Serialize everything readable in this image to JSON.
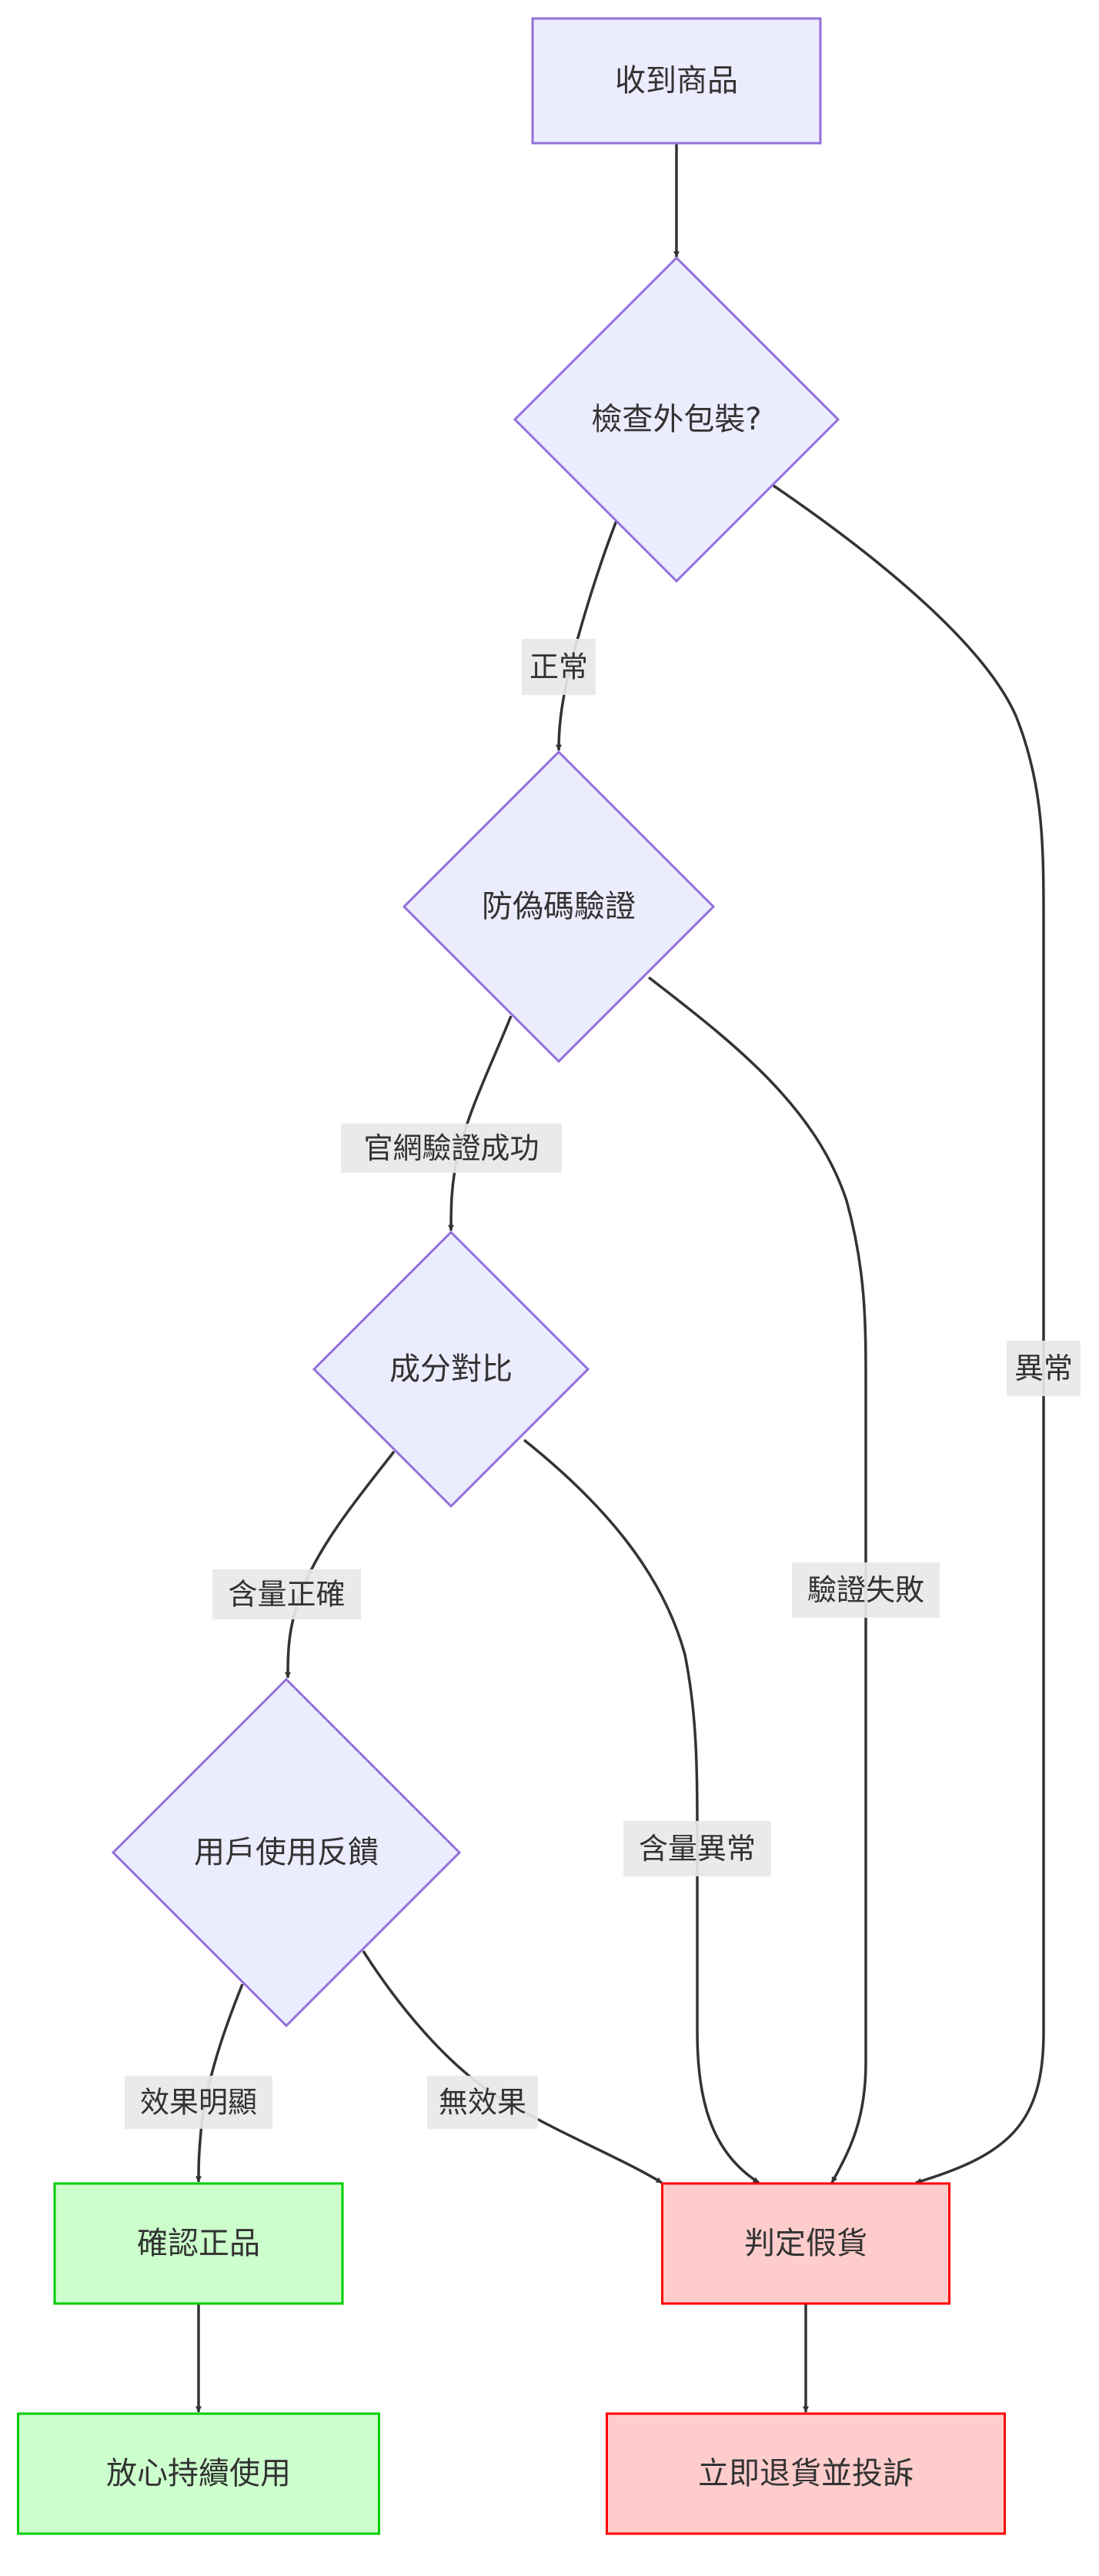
{
  "diagram": {
    "type": "flowchart",
    "direction": "top-down",
    "colors": {
      "default_fill": "#ececff",
      "default_stroke": "#9370db",
      "genuine_fill": "#ccffcc",
      "genuine_stroke": "#00cc00",
      "fake_fill": "#ffcccc",
      "fake_stroke": "#ff0000",
      "edge": "#333333",
      "label_bg": "#e8e8e8",
      "text": "#333333"
    },
    "nodes": [
      {
        "id": "A",
        "label": "收到商品",
        "shape": "rect",
        "style": "default"
      },
      {
        "id": "B",
        "label": "檢查外包裝?",
        "shape": "diamond",
        "style": "default"
      },
      {
        "id": "C",
        "label": "防偽碼驗證",
        "shape": "diamond",
        "style": "default"
      },
      {
        "id": "D",
        "label": "成分對比",
        "shape": "diamond",
        "style": "default"
      },
      {
        "id": "E",
        "label": "用戶使用反饋",
        "shape": "diamond",
        "style": "default"
      },
      {
        "id": "F",
        "label": "確認正品",
        "shape": "rect",
        "style": "genuine"
      },
      {
        "id": "G",
        "label": "判定假貨",
        "shape": "rect",
        "style": "fake"
      },
      {
        "id": "H",
        "label": "放心持續使用",
        "shape": "rect",
        "style": "genuine"
      },
      {
        "id": "I",
        "label": "立即退貨並投訴",
        "shape": "rect",
        "style": "fake"
      }
    ],
    "edges": [
      {
        "from": "A",
        "to": "B",
        "label": ""
      },
      {
        "from": "B",
        "to": "C",
        "label": "正常"
      },
      {
        "from": "B",
        "to": "G",
        "label": "異常"
      },
      {
        "from": "C",
        "to": "D",
        "label": "官網驗證成功"
      },
      {
        "from": "C",
        "to": "G",
        "label": "驗證失敗"
      },
      {
        "from": "D",
        "to": "E",
        "label": "含量正確"
      },
      {
        "from": "D",
        "to": "G",
        "label": "含量異常"
      },
      {
        "from": "E",
        "to": "F",
        "label": "效果明顯"
      },
      {
        "from": "E",
        "to": "G",
        "label": "無效果"
      },
      {
        "from": "F",
        "to": "H",
        "label": ""
      },
      {
        "from": "G",
        "to": "I",
        "label": ""
      }
    ]
  }
}
